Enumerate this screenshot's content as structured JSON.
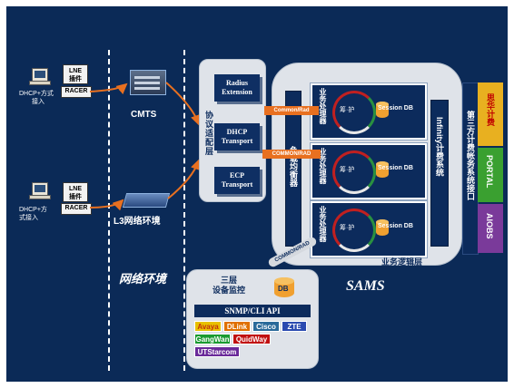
{
  "clients": [
    {
      "label_line1": "DHCP+方式",
      "label_line2": "接入",
      "lne": "LNE",
      "plugin": "插件",
      "racer": "RACER"
    },
    {
      "label_line1": "DHCP+方",
      "label_line2": "式接入",
      "lne": "LNE",
      "plugin": "插件",
      "racer": "RACER"
    }
  ],
  "network": {
    "cmts_label": "CMTS",
    "l3_label": "L3网络环境",
    "env_label": "网络环境"
  },
  "protocol_adapter": {
    "title": "协议适配层",
    "items": [
      {
        "line1": "Radius",
        "line2": "Extension"
      },
      {
        "line1": "DHCP",
        "line2": "Transport"
      },
      {
        "line1": "ECP",
        "line2": "Transport"
      }
    ],
    "link1": "Common/Rad",
    "link2": "COMMON/RAD",
    "link3": "COMMON/RAD"
  },
  "load_balancer": {
    "label": "负载均衡器"
  },
  "business_rows": [
    {
      "processor": "业务处理器",
      "cycle": "筹·护",
      "session": "Session DB"
    },
    {
      "processor": "业务处理器",
      "cycle": "筹·护",
      "session": "Session DB"
    },
    {
      "processor": "业务处理器",
      "cycle": "筹·护",
      "session": "Session DB"
    }
  ],
  "infinity": {
    "label": "Infinity计费系统"
  },
  "logic_layer": {
    "label": "业务逻辑层"
  },
  "sams": {
    "label": "SAMS"
  },
  "third_party": {
    "label": "第三方计费帐务系统接口",
    "bars": [
      {
        "label": "思华计费",
        "color": "#e8b020",
        "text_color": "#c00000"
      },
      {
        "label": "PORTAL",
        "color": "#3aa030",
        "text_color": "#ffffff"
      },
      {
        "label": "AIOBS",
        "color": "#7a3a9a",
        "text_color": "#ffffff"
      }
    ]
  },
  "monitor": {
    "title_line1": "三层",
    "title_line2": "设备监控",
    "db": "DB",
    "api": "SNMP/CLI API",
    "vendors_row1": [
      {
        "name": "Avaya",
        "color": "#e8c000",
        "text": "#c03010"
      },
      {
        "name": "DLink",
        "color": "#e07000",
        "text": "#ffffff"
      },
      {
        "name": "Cisco",
        "color": "#2a6a9a",
        "text": "#ffffff"
      },
      {
        "name": "ZTE",
        "color": "#2a4ab0",
        "text": "#ffffff"
      }
    ],
    "vendors_row2": [
      {
        "name": "GangWan",
        "color": "#1a9a30",
        "text": "#ffffff"
      },
      {
        "name": "QuidWay",
        "color": "#c01010",
        "text": "#ffffff"
      }
    ],
    "vendors_row3": [
      {
        "name": "UTStarcom",
        "color": "#6a2a9a",
        "text": "#ffffff"
      }
    ]
  },
  "colors": {
    "background": "#0b2a57",
    "panel": "#dfe3e9",
    "navy": "#0c2b5c",
    "arrow": "#e87020"
  }
}
